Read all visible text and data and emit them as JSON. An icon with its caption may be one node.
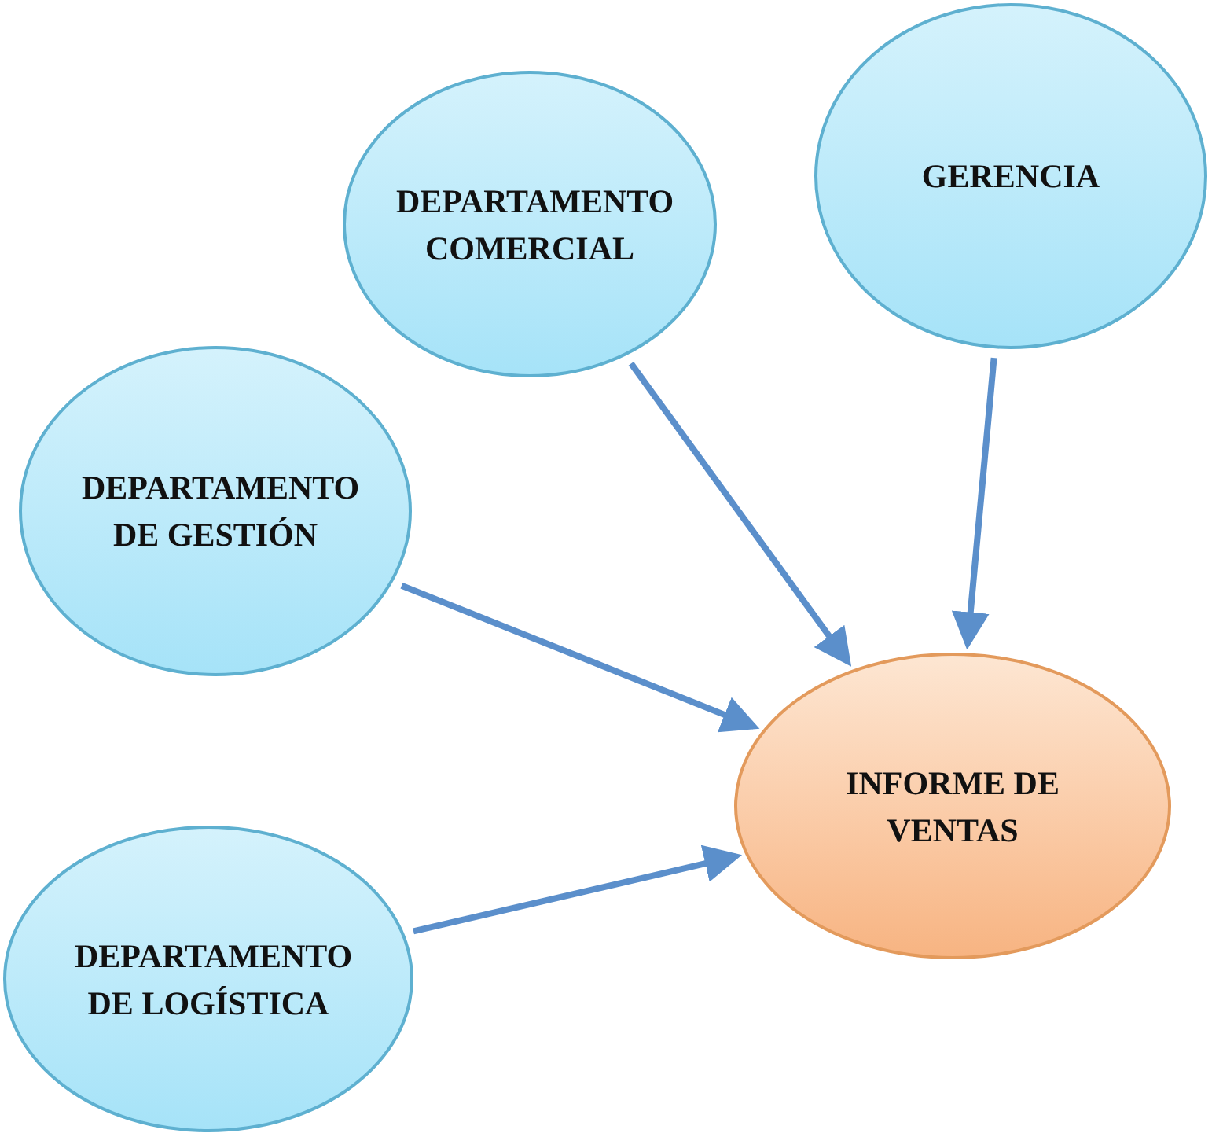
{
  "diagram": {
    "nodes": [
      {
        "text": [
          "DEPARTAMENTO COMERCIAL"
        ]
      },
      {
        "text": [
          "GERENCIA"
        ]
      },
      {
        "text": [
          "DEPARTAMENTO DE GESTIÓN"
        ]
      },
      {
        "text": [
          "INFORME DE VENTAS"
        ]
      },
      {
        "text": [
          "DEPARTAMENTO DE LOGÍSTICA"
        ]
      }
    ],
    "edges": [
      {
        "from": 0,
        "to": 3,
        "arrow": "to"
      },
      {
        "from": 1,
        "to": 3,
        "arrow": "to"
      },
      {
        "from": 2,
        "to": 3,
        "arrow": "to"
      },
      {
        "from": 4,
        "to": 3,
        "arrow": "to"
      }
    ]
  }
}
